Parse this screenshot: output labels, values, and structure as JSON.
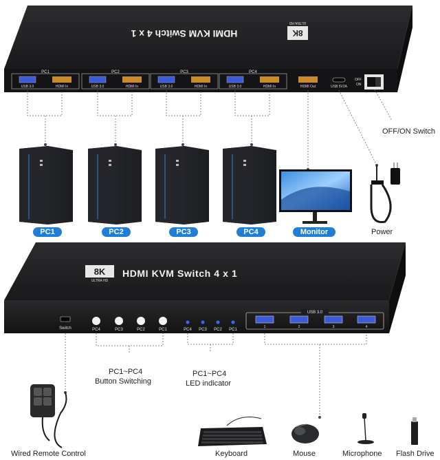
{
  "top_device": {
    "title": "HDMI KVM Switch 4 x 1",
    "badge_main": "8K",
    "badge_sub": "ULTRA HD",
    "ports": [
      {
        "group": "PC1",
        "usb": "USB 3.0",
        "hdmi": "HDMI In"
      },
      {
        "group": "PC2",
        "usb": "USB 3.0",
        "hdmi": "HDMI In"
      },
      {
        "group": "PC3",
        "usb": "USB 3.0",
        "hdmi": "HDMI In"
      },
      {
        "group": "PC4",
        "usb": "USB 3.0",
        "hdmi": "HDMI In"
      }
    ],
    "hdmi_out": "HDMI Out",
    "usb_power": "USB 5V2A",
    "switch_off": "OFF",
    "switch_on": "ON"
  },
  "pcs": [
    {
      "label": "PC1"
    },
    {
      "label": "PC2"
    },
    {
      "label": "PC3"
    },
    {
      "label": "PC4"
    }
  ],
  "monitor_label": "Monitor",
  "power_label": "Power",
  "offon_label": "OFF/ON Switch",
  "bottom_device": {
    "badge_main": "8K",
    "badge_sub": "ULTRA HD",
    "title": "HDMI KVM Switch 4 x 1",
    "switch_port": "Switch",
    "buttons": [
      "PC4",
      "PC3",
      "PC2",
      "PC1"
    ],
    "leds": [
      "PC4",
      "PC3",
      "PC2",
      "PC1"
    ],
    "usb_group": "USB 3.0",
    "usb_ports": [
      "1",
      "2",
      "3",
      "4"
    ]
  },
  "annotations": {
    "button_line1": "PC1~PC4",
    "button_line2": "Button Switching",
    "led_line1": "PC1~PC4",
    "led_line2": "LED indicator"
  },
  "peripherals": {
    "remote": "Wired Remote Control",
    "keyboard": "Keyboard",
    "mouse": "Mouse",
    "microphone": "Microphone",
    "flash": "Flash Drive"
  },
  "colors": {
    "accent": "#1f7fd6",
    "device_body": "#1c1c1e",
    "led": "#2f6bff",
    "hdmi_port": "#c88a2a",
    "usb_port": "#3b5bd8"
  }
}
